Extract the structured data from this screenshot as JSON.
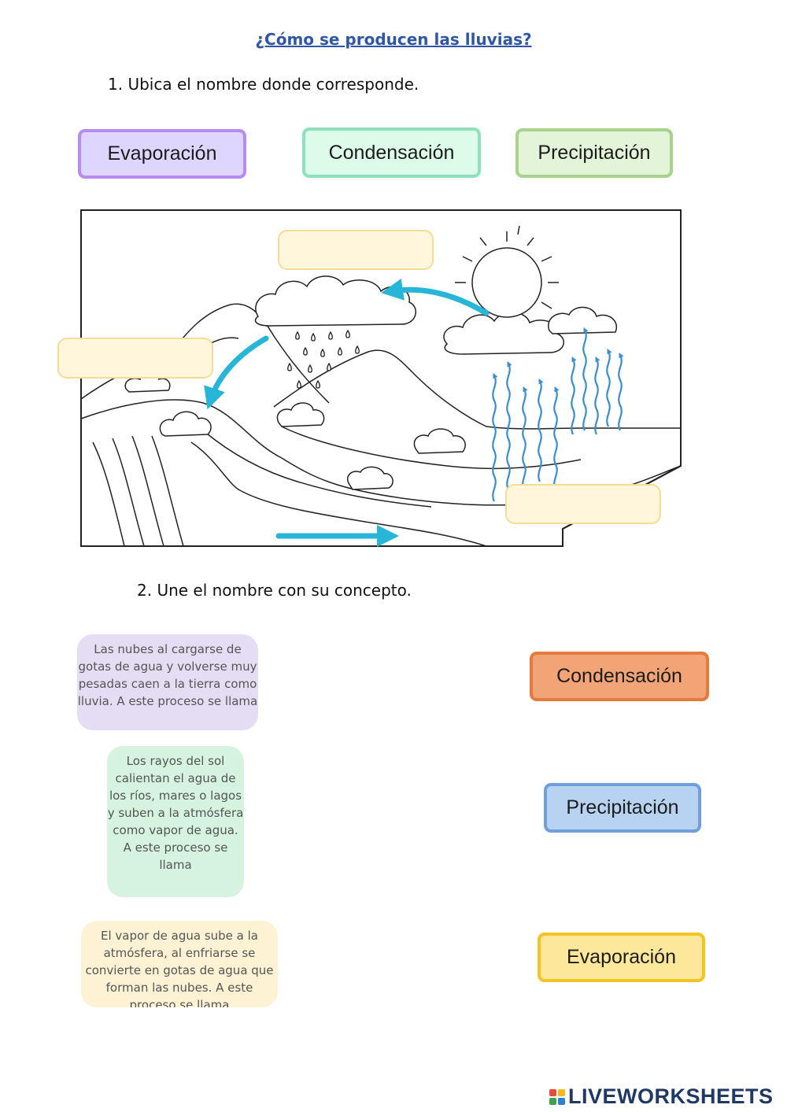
{
  "title": "¿Cómo se producen las lluvias?",
  "section1": {
    "instruction": "1.  Ubica el nombre donde corresponde.",
    "chips": [
      {
        "label": "Evaporación",
        "color": "#b58cf0"
      },
      {
        "label": "Condensación",
        "color": "#8fe1bb"
      },
      {
        "label": "Precipitación",
        "color": "#a8d38c"
      }
    ]
  },
  "section2": {
    "instruction": "2.  Une el nombre con su concepto.",
    "concepts": [
      {
        "text": "Las nubes al cargarse de gotas de agua y volverse muy pesadas caen a la tierra como lluvia. A este proceso se llama",
        "color": "#e4ddf4"
      },
      {
        "text": "Los rayos del sol calientan el agua de los ríos, mares o lagos y suben a la atmósfera como vapor de agua. A este proceso se llama",
        "color": "#d5f3df"
      },
      {
        "text": "El vapor de agua sube a la atmósfera, al enfriarse se convierte en gotas de agua que forman las nubes. A este proceso  se llama",
        "color": "#fdf3d4"
      }
    ],
    "answers": [
      {
        "label": "Condensación",
        "color": "#e47b3c"
      },
      {
        "label": "Precipitación",
        "color": "#6fa0da"
      },
      {
        "label": "Evaporación",
        "color": "#f2c426"
      }
    ]
  },
  "brand": {
    "text": "LIVEWORKSHEETS"
  },
  "colors": {
    "title": "#2f57a4",
    "arrow": "#27b5d8",
    "vapor": "#3a8fcc",
    "dropzone": "#fff6dc"
  }
}
